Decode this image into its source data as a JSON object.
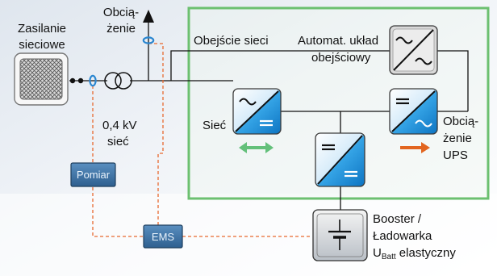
{
  "labels": {
    "grid_supply": [
      "Zasilanie",
      "sieciowe"
    ],
    "load_top": [
      "Obcią-",
      "żenie"
    ],
    "bypass": "Obejście sieci",
    "auto_bypass": [
      "Automat. układ",
      "obejściowy"
    ],
    "grid_short": "Sieć",
    "voltage": [
      "0,4 kV",
      "sieć"
    ],
    "ups_load": [
      "Obcią-",
      "żenie",
      "UPS"
    ],
    "booster": [
      "Booster /",
      "Ładowarka"
    ],
    "ubatt_prefix": "U",
    "ubatt_sub": "Batt",
    "ubatt_suffix": " elastyczny"
  },
  "boxes": {
    "measurement": "Pomiar",
    "ems": "EMS"
  },
  "colors": {
    "frame": "#6cc070",
    "dashed": "#e8692f",
    "bidirectional_arrow": "#63c07a",
    "output_arrow": "#e2651f",
    "box_fill": "#3a6d9c",
    "converter_blue": "#1f9be0",
    "sensor": "#2a86d0"
  },
  "icons": [
    "grid-mesh-icon",
    "transformer-icon",
    "current-sensor-icon",
    "ac-dc-converter-icon",
    "dc-ac-converter-icon",
    "dc-dc-converter-icon",
    "battery-icon"
  ]
}
